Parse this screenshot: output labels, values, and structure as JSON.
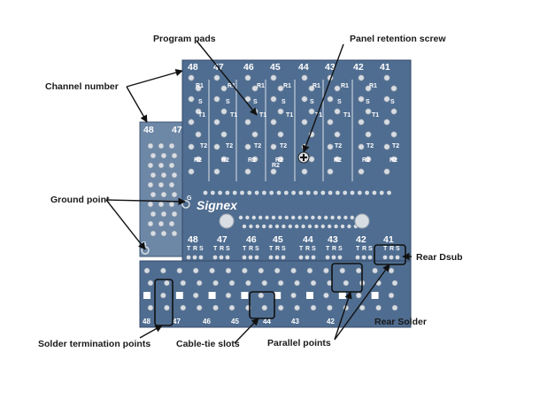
{
  "callouts": {
    "program_pads": "Program pads",
    "panel_retention_screw": "Panel retention screw",
    "channel_number": "Channel number",
    "ground_point": "Ground point",
    "rear_dsub": "Rear Dsub",
    "rear_solder": "Rear Solder",
    "solder_termination_points": "Solder termination points",
    "cable_tie_slots": "Cable-tie slots",
    "parallel_points": "Parallel points"
  },
  "board": {
    "brand": "Signex",
    "top_channels": [
      "48",
      "47",
      "46",
      "45",
      "44",
      "43",
      "42",
      "41"
    ],
    "back_channels": [
      "48",
      "47"
    ],
    "bottom_channels": [
      "48",
      "47",
      "46",
      "45",
      "44",
      "43",
      "42",
      "41"
    ],
    "foot_channels": [
      "48",
      "47",
      "46",
      "45",
      "44",
      "43",
      "42"
    ],
    "pad_labels": {
      "r1": "R1",
      "t1": "T1",
      "t2": "T2",
      "r2": "R2",
      "s": "S",
      "r2_center": "R2",
      "ground": "G",
      "trs": [
        "T",
        "R",
        "S"
      ]
    }
  },
  "colors": {
    "board_front": "#4f6d90",
    "board_back": "#6d87a6",
    "pad": "#d8dde3",
    "line": "#111111"
  }
}
